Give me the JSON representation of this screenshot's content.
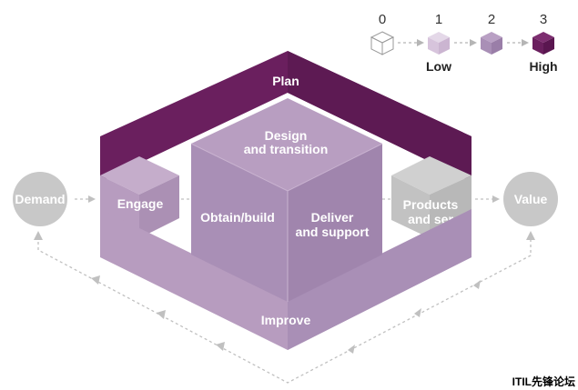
{
  "legend": {
    "levels": [
      {
        "number": "0",
        "caption": "",
        "color": "#ffffff"
      },
      {
        "number": "1",
        "caption": "Low",
        "color": "#d7c4dc"
      },
      {
        "number": "2",
        "caption": "",
        "color": "#a98fb6"
      },
      {
        "number": "3",
        "caption": "High",
        "color": "#6a1f5e"
      }
    ]
  },
  "nodes": {
    "demand": "Demand",
    "value": "Value",
    "plan": "Plan",
    "engage": "Engage",
    "design_line1": "Design",
    "design_line2": "and transition",
    "obtain_build": "Obtain/build",
    "deliver_line1": "Deliver",
    "deliver_line2": "and support",
    "products_line1": "Products",
    "products_line2": "and ser",
    "improve": "Improve"
  },
  "watermark": "ITIL先锋论坛",
  "colors": {
    "plan": "#6a1f5e",
    "mid_purple": "#a98fb6",
    "light_purple": "#c2a9c9",
    "gray": "#c8c8c8",
    "gray_dark": "#b4b4b4"
  }
}
